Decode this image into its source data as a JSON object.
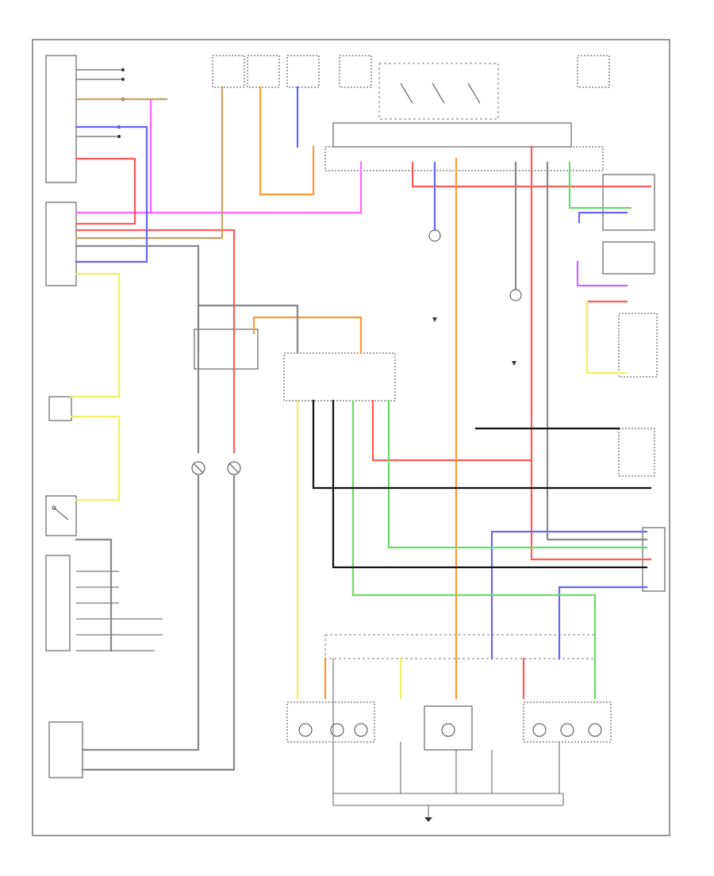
{
  "diagram": {
    "footer_code": "",
    "wire_colors": {
      "pink": "#ff66ff",
      "red": "#ff5a5a",
      "orange": "#ff9933",
      "blue": "#6666ff",
      "yellow": "#f0f060",
      "green": "#66dd66",
      "tan": "#c8a060",
      "gray": "#888888",
      "black": "#111111",
      "violet": "#cc66ff"
    },
    "components": [
      {
        "id": "instrument-panel",
        "label": "",
        "sublabel": ""
      },
      {
        "id": "body-ecu",
        "label": "",
        "sublabel": ""
      },
      {
        "id": "headlight-relay",
        "label": "",
        "sublabel": ""
      },
      {
        "id": "left-front-turn-lamp",
        "label": "",
        "sublabel": ""
      },
      {
        "id": "right-front-turn-lamp",
        "label": "",
        "sublabel": ""
      },
      {
        "id": "combination-meter",
        "label": "",
        "sublabel": ""
      },
      {
        "id": "turn-signal-flasher",
        "label": "",
        "sublabel": ""
      },
      {
        "id": "left-rear-combination-lamp",
        "label": "",
        "sublabel": ""
      },
      {
        "id": "right-rear-combination-lamp",
        "label": "",
        "sublabel": ""
      },
      {
        "id": "license-lamp",
        "label": "",
        "sublabel": ""
      },
      {
        "id": "hazard-switch",
        "label": "",
        "sublabel": ""
      },
      {
        "id": "turn-signal-switch",
        "label": "",
        "sublabel": ""
      },
      {
        "id": "back-door-opener",
        "label": "",
        "sublabel": ""
      }
    ]
  }
}
